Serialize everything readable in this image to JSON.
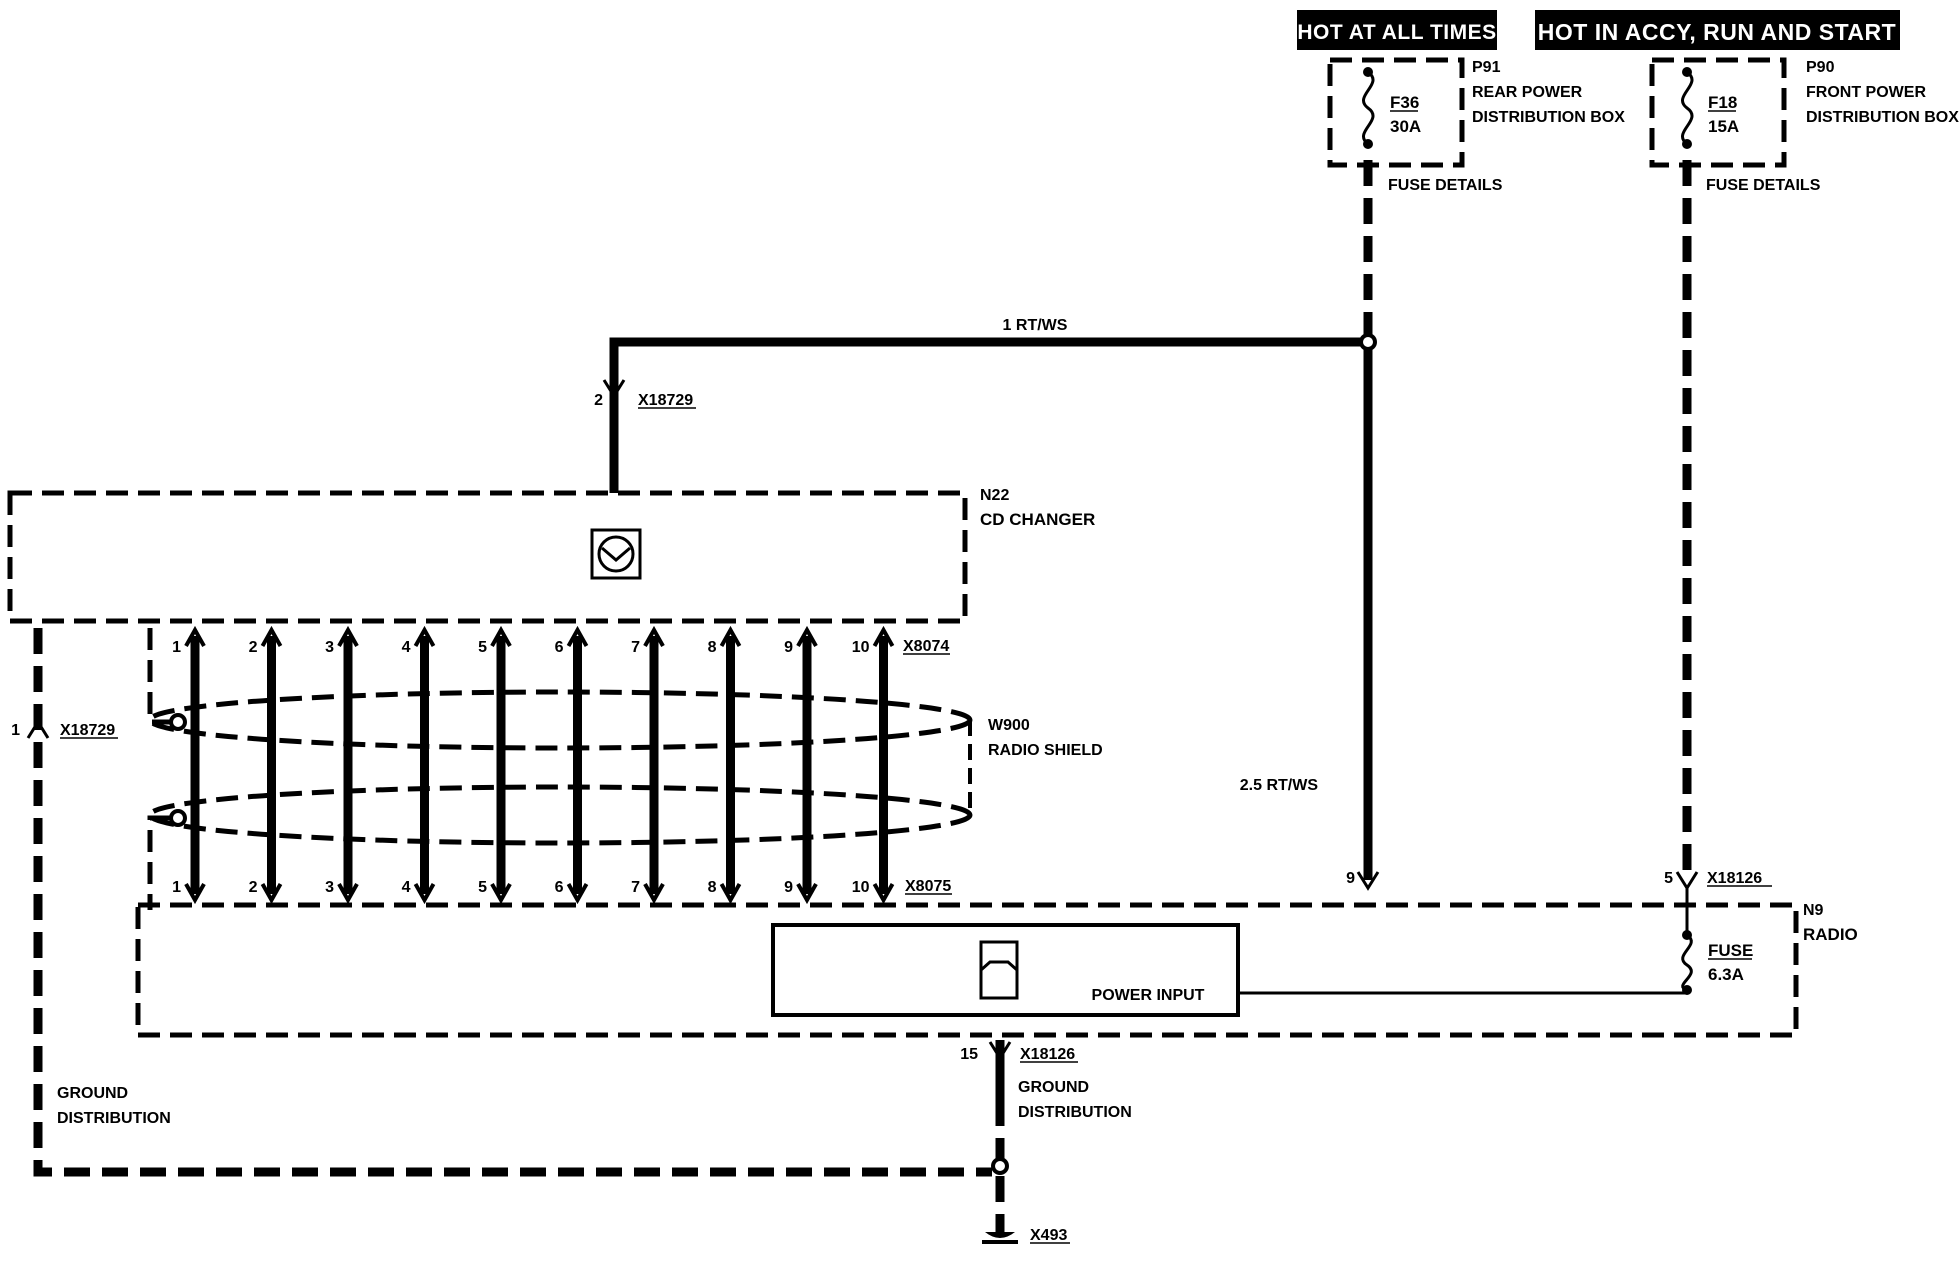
{
  "headers": {
    "hot_all_times": "HOT AT ALL TIMES",
    "hot_accy": "HOT IN ACCY, RUN AND START"
  },
  "fuse_rear": {
    "id": "P91",
    "box_line1": "REAR POWER",
    "box_line2": "DISTRIBUTION BOX",
    "fuse": "F36",
    "rating": "30A",
    "details": "FUSE DETAILS"
  },
  "fuse_front": {
    "id": "P90",
    "box_line1": "FRONT POWER",
    "box_line2": "DISTRIBUTION BOX",
    "fuse": "F18",
    "rating": "15A",
    "details": "FUSE DETAILS"
  },
  "wires": {
    "w1": "1 RT/WS",
    "w2": "2.5 RT/WS"
  },
  "cd_changer": {
    "id": "N22",
    "name": "CD CHANGER",
    "power_pin": "2",
    "power_connector": "X18729",
    "ground_pin": "1",
    "ground_connector": "X18729"
  },
  "shield": {
    "id": "W900",
    "name": "RADIO SHIELD",
    "top_connector": "X8074",
    "bottom_connector": "X8075",
    "pins": [
      "1",
      "2",
      "3",
      "4",
      "5",
      "6",
      "7",
      "8",
      "9",
      "10"
    ]
  },
  "radio": {
    "id": "N9",
    "name": "RADIO",
    "power_input": "POWER INPUT",
    "fuse_label": "FUSE",
    "fuse_rating": "6.3A",
    "pin_9": "9",
    "pin_5": "5",
    "connector": "X18126",
    "ground_pin": "15",
    "ground_connector": "X18126"
  },
  "ground": {
    "left_line1": "GROUND",
    "left_line2": "DISTRIBUTION",
    "right_line1": "GROUND",
    "right_line2": "DISTRIBUTION",
    "point": "X493"
  }
}
